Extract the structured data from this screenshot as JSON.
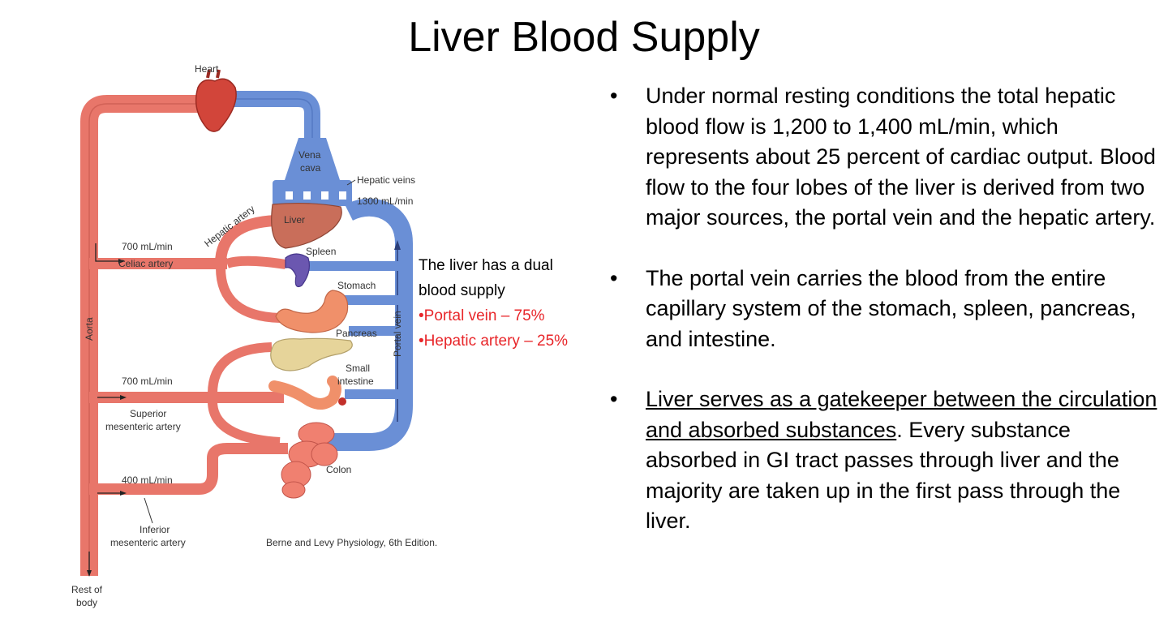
{
  "title": "Liver Blood Supply",
  "diagram": {
    "labels": {
      "heart": "Heart",
      "vena_cava_1": "Vena",
      "vena_cava_2": "cava",
      "hepatic_veins": "Hepatic veins",
      "hepatic_veins_flow": "1300 mL/min",
      "hepatic_artery": "Hepatic artery",
      "liver": "Liver",
      "spleen": "Spleen",
      "stomach": "Stomach",
      "pancreas": "Pancreas",
      "small_intestine_1": "Small",
      "small_intestine_2": "intestine",
      "colon": "Colon",
      "portal_vein": "Portal vein",
      "aorta": "Aorta",
      "celiac_flow": "700 mL/min",
      "celiac_artery": "Celiac artery",
      "sma_flow": "700 mL/min",
      "sma_1": "Superior",
      "sma_2": "mesenteric artery",
      "ima_flow": "400 mL/min",
      "ima_1": "Inferior",
      "ima_2": "mesenteric artery",
      "rest_1": "Rest of",
      "rest_2": "body",
      "citation": "Berne and Levy Physiology, 6th Edition."
    },
    "colors": {
      "artery": "#e8766a",
      "artery_dark": "#c2544a",
      "vein": "#6a8fd6",
      "vein_dark": "#3e63b0",
      "liver": "#c96e5a",
      "spleen": "#6b57b0",
      "stomach": "#f0906a",
      "pancreas": "#e6d49a",
      "heart": "#d2453a"
    }
  },
  "note": {
    "line1": "The liver has a dual",
    "line2": "blood supply",
    "item1": "•Portal vein – 75%",
    "item2": "•Hepatic artery – 25%"
  },
  "bullets": {
    "marker": "•",
    "b1": "Under normal resting conditions the total hepatic blood flow is 1,200 to 1,400 mL/min, which represents about 25 percent of cardiac output. Blood flow to the four lobes of the liver is derived from two major sources, the portal vein and the hepatic artery.",
    "b2": "The portal vein carries the blood from the entire capillary system of the stomach, spleen, pancreas, and intestine.",
    "b3_underlined": "Liver serves as a gatekeeper between the circulation and absorbed substances",
    "b3_rest": ". Every substance absorbed in GI tract passes through liver and the majority are taken up in the first pass through the liver."
  }
}
